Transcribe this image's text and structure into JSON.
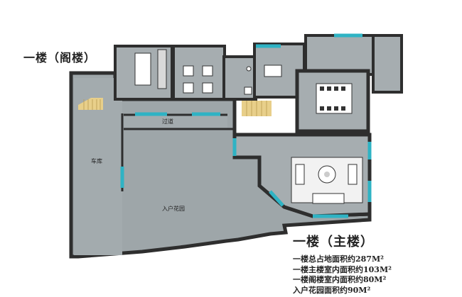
{
  "titles": {
    "loft": "一楼（阁楼）",
    "main": "一楼（主楼）"
  },
  "stats": [
    "一楼总占地面积约287M²",
    "一楼主楼室内面积约103M²",
    "一楼阁楼室内面积约80M²",
    "入户花园面积约90M²"
  ],
  "rooms": {
    "garage": "车库",
    "corridor": "过道",
    "entry_garden": "入户花园"
  },
  "colors": {
    "wall": "#2e2e2e",
    "floor": "#9aa3a6",
    "room_floor": "#a6adb0",
    "window": "#2fb3c4",
    "stairs": "#e8cf8a",
    "furniture": "#ffffff"
  }
}
